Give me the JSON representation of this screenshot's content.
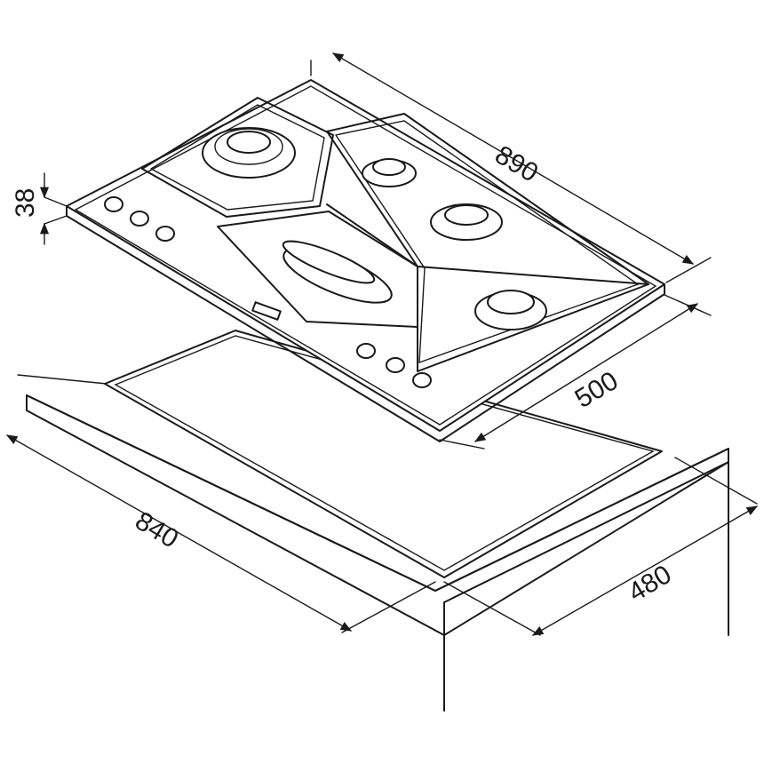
{
  "dimensions": {
    "width_hob": "890",
    "depth_hob": "500",
    "height_hob": "38",
    "cutout_width": "840",
    "cutout_depth": "480"
  }
}
